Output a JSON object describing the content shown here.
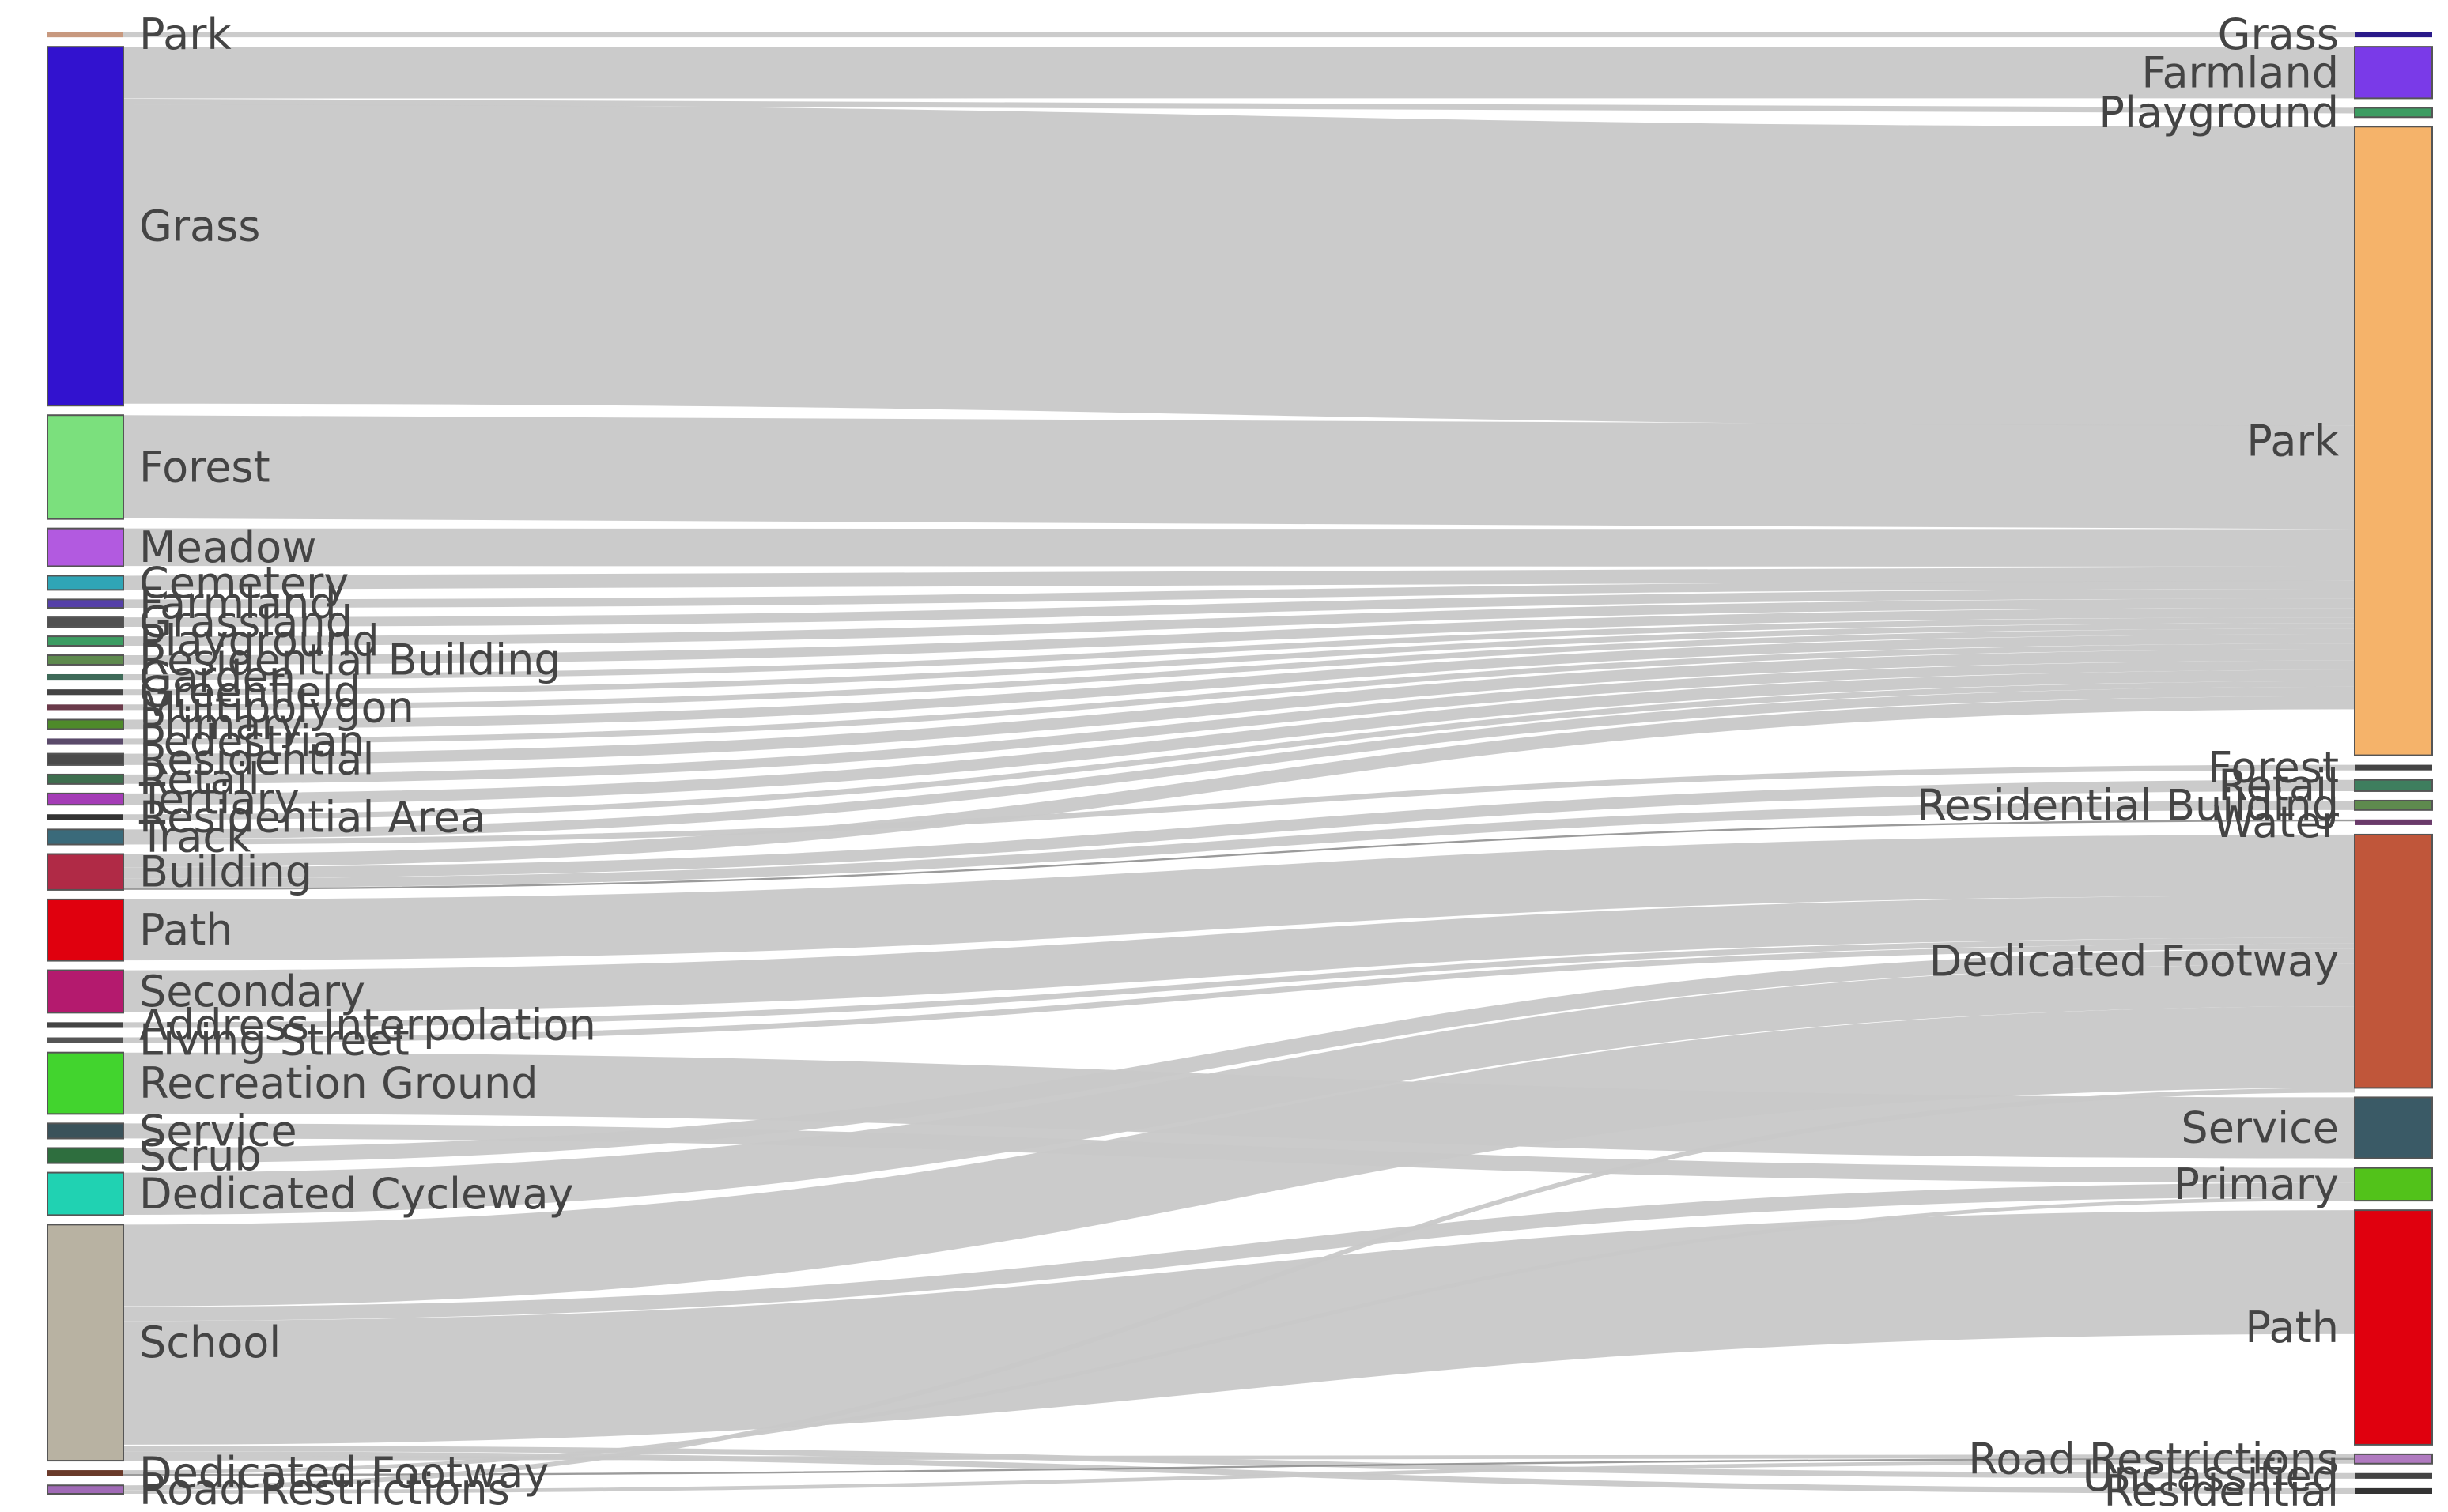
{
  "chart_data": {
    "type": "sankey",
    "sources": [
      {
        "id": "s_park",
        "label": "Park",
        "value": 0.6,
        "color": "#c8997f"
      },
      {
        "id": "s_grass",
        "label": "Grass",
        "value": 38,
        "color": "#3212cf"
      },
      {
        "id": "s_forest",
        "label": "Forest",
        "value": 11,
        "color": "#7be07d"
      },
      {
        "id": "s_meadow",
        "label": "Meadow",
        "value": 4,
        "color": "#b25ae0"
      },
      {
        "id": "s_cemetery",
        "label": "Cemetery",
        "value": 1.5,
        "color": "#2fa5b6"
      },
      {
        "id": "s_farmland",
        "label": "Farmland",
        "value": 0.9,
        "color": "#5540a8"
      },
      {
        "id": "s_grassland",
        "label": "Grassland",
        "value": 1.0,
        "color": "#505050"
      },
      {
        "id": "s_playground",
        "label": "Playground",
        "value": 1.0,
        "color": "#3c9c62"
      },
      {
        "id": "s_resbuild",
        "label": "Residential Building",
        "value": 1.0,
        "color": "#5e8a4e"
      },
      {
        "id": "s_garden",
        "label": "Garden",
        "value": 0.6,
        "color": "#3e6a58"
      },
      {
        "id": "s_greenfield",
        "label": "Greenfield",
        "value": 0.6,
        "color": "#444444"
      },
      {
        "id": "s_multipoly",
        "label": "Multipolygon",
        "value": 0.6,
        "color": "#6a3a4a"
      },
      {
        "id": "s_primary",
        "label": "Primary",
        "value": 1.0,
        "color": "#4e8a2a"
      },
      {
        "id": "s_pedestrian",
        "label": "Pedestrian",
        "value": 0.6,
        "color": "#5a4a6a"
      },
      {
        "id": "s_residential",
        "label": "Residential",
        "value": 1.2,
        "color": "#4a4a4a"
      },
      {
        "id": "s_retail",
        "label": "Retail",
        "value": 1.0,
        "color": "#3e6e4e"
      },
      {
        "id": "s_tertiary",
        "label": "Tertiary",
        "value": 1.2,
        "color": "#a43cb6"
      },
      {
        "id": "s_resarea",
        "label": "Residential Area",
        "value": 0.6,
        "color": "#333333"
      },
      {
        "id": "s_track",
        "label": "Track",
        "value": 1.6,
        "color": "#3a6a7a"
      },
      {
        "id": "s_building",
        "label": "Building",
        "value": 3.8,
        "color": "#b02a46"
      },
      {
        "id": "s_path",
        "label": "Path",
        "value": 6.5,
        "color": "#e0000e"
      },
      {
        "id": "s_secondary",
        "label": "Secondary",
        "value": 4.5,
        "color": "#b41a6e"
      },
      {
        "id": "s_addrinterp",
        "label": "Address Interpolation",
        "value": 0.6,
        "color": "#444444"
      },
      {
        "id": "s_livingst",
        "label": "Living Street",
        "value": 0.6,
        "color": "#555555"
      },
      {
        "id": "s_recground",
        "label": "Recreation Ground",
        "value": 6.5,
        "color": "#42d42e"
      },
      {
        "id": "s_service",
        "label": "Service",
        "value": 1.6,
        "color": "#3a525a"
      },
      {
        "id": "s_scrub",
        "label": "Scrub",
        "value": 1.6,
        "color": "#2e6e3e"
      },
      {
        "id": "s_dedcycle",
        "label": "Dedicated Cycleway",
        "value": 4.5,
        "color": "#20d2b2"
      },
      {
        "id": "s_school",
        "label": "School",
        "value": 25,
        "color": "#b8b2a2"
      },
      {
        "id": "s_dedfoot",
        "label": "Dedicated Footway",
        "value": 0.6,
        "color": "#6a3a2a"
      },
      {
        "id": "s_roadrestr",
        "label": "Road Restrictions",
        "value": 0.9,
        "color": "#a06ab6"
      }
    ],
    "targets": [
      {
        "id": "t_grass",
        "label": "Grass",
        "value": 0.6,
        "color": "#2a1a8a"
      },
      {
        "id": "t_farmland",
        "label": "Farmland",
        "value": 5.5,
        "color": "#7a3ae8"
      },
      {
        "id": "t_playground",
        "label": "Playground",
        "value": 1.0,
        "color": "#3c9c62"
      },
      {
        "id": "t_park",
        "label": "Park",
        "value": 67,
        "color": "#f5b36a"
      },
      {
        "id": "t_forest",
        "label": "Forest",
        "value": 0.6,
        "color": "#444444"
      },
      {
        "id": "t_retail",
        "label": "Retail",
        "value": 1.2,
        "color": "#3e7e5e"
      },
      {
        "id": "t_resbuild",
        "label": "Residential Building",
        "value": 1.0,
        "color": "#5e8a4e"
      },
      {
        "id": "t_water",
        "label": "Water",
        "value": 0.6,
        "color": "#6a3a6a"
      },
      {
        "id": "t_dedfoot",
        "label": "Dedicated Footway",
        "value": 27,
        "color": "#c0563a"
      },
      {
        "id": "t_service",
        "label": "Service",
        "value": 6.5,
        "color": "#3a5a66"
      },
      {
        "id": "t_primary",
        "label": "Primary",
        "value": 3.5,
        "color": "#52c21a"
      },
      {
        "id": "t_path",
        "label": "Path",
        "value": 25,
        "color": "#e0000e"
      },
      {
        "id": "t_roadrestr",
        "label": "Road Restrictions",
        "value": 1.0,
        "color": "#b07ac0"
      },
      {
        "id": "t_unclass",
        "label": "Unclassified",
        "value": 0.6,
        "color": "#444444"
      },
      {
        "id": "t_residential",
        "label": "Residential",
        "value": 0.6,
        "color": "#333333"
      }
    ],
    "links": [
      {
        "source": "s_park",
        "target": "t_grass",
        "value": 0.6
      },
      {
        "source": "s_grass",
        "target": "t_farmland",
        "value": 5.5
      },
      {
        "source": "s_grass",
        "target": "t_playground",
        "value": 0.6
      },
      {
        "source": "s_grass",
        "target": "t_park",
        "value": 31.9
      },
      {
        "source": "s_forest",
        "target": "t_park",
        "value": 11
      },
      {
        "source": "s_meadow",
        "target": "t_park",
        "value": 4
      },
      {
        "source": "s_cemetery",
        "target": "t_park",
        "value": 1.5
      },
      {
        "source": "s_farmland",
        "target": "t_park",
        "value": 0.9
      },
      {
        "source": "s_grassland",
        "target": "t_park",
        "value": 1.0
      },
      {
        "source": "s_playground",
        "target": "t_park",
        "value": 1.0
      },
      {
        "source": "s_resbuild",
        "target": "t_park",
        "value": 1.0
      },
      {
        "source": "s_garden",
        "target": "t_park",
        "value": 0.6
      },
      {
        "source": "s_greenfield",
        "target": "t_park",
        "value": 0.6
      },
      {
        "source": "s_multipoly",
        "target": "t_park",
        "value": 0.6
      },
      {
        "source": "s_primary",
        "target": "t_park",
        "value": 1.0
      },
      {
        "source": "s_pedestrian",
        "target": "t_park",
        "value": 0.6
      },
      {
        "source": "s_residential",
        "target": "t_park",
        "value": 1.2
      },
      {
        "source": "s_retail",
        "target": "t_park",
        "value": 1.0
      },
      {
        "source": "s_tertiary",
        "target": "t_park",
        "value": 1.2
      },
      {
        "source": "s_resarea",
        "target": "t_park",
        "value": 0.6
      },
      {
        "source": "s_track",
        "target": "t_park",
        "value": 1.0
      },
      {
        "source": "s_building",
        "target": "t_park",
        "value": 1.4
      },
      {
        "source": "s_track",
        "target": "t_forest",
        "value": 0.6
      },
      {
        "source": "s_building",
        "target": "t_retail",
        "value": 1.2
      },
      {
        "source": "s_building",
        "target": "t_resbuild",
        "value": 1.0
      },
      {
        "source": "s_building",
        "target": "t_water",
        "value": 0.2
      },
      {
        "source": "s_path",
        "target": "t_dedfoot",
        "value": 6.5
      },
      {
        "source": "s_secondary",
        "target": "t_dedfoot",
        "value": 4.5
      },
      {
        "source": "s_addrinterp",
        "target": "t_dedfoot",
        "value": 0.6
      },
      {
        "source": "s_livingst",
        "target": "t_dedfoot",
        "value": 0.6
      },
      {
        "source": "s_recground",
        "target": "t_service",
        "value": 6.5
      },
      {
        "source": "s_service",
        "target": "t_primary",
        "value": 1.6
      },
      {
        "source": "s_scrub",
        "target": "t_dedfoot",
        "value": 1.6
      },
      {
        "source": "s_dedcycle",
        "target": "t_dedfoot",
        "value": 4.5
      },
      {
        "source": "s_school",
        "target": "t_dedfoot",
        "value": 8.7
      },
      {
        "source": "s_school",
        "target": "t_primary",
        "value": 1.5
      },
      {
        "source": "s_school",
        "target": "t_path",
        "value": 13.2
      },
      {
        "source": "s_school",
        "target": "t_unclass",
        "value": 0.6
      },
      {
        "source": "s_school",
        "target": "t_residential",
        "value": 0.6
      },
      {
        "source": "s_school",
        "target": "t_roadrestr",
        "value": 0.4
      },
      {
        "source": "s_dedfoot",
        "target": "t_primary",
        "value": 0.4
      },
      {
        "source": "s_dedfoot",
        "target": "t_roadrestr",
        "value": 0.2
      },
      {
        "source": "s_roadrestr",
        "target": "t_dedfoot",
        "value": 0.5
      },
      {
        "source": "s_roadrestr",
        "target": "t_roadrestr",
        "value": 0.4
      }
    ],
    "link_color": "#c8c8c8"
  }
}
